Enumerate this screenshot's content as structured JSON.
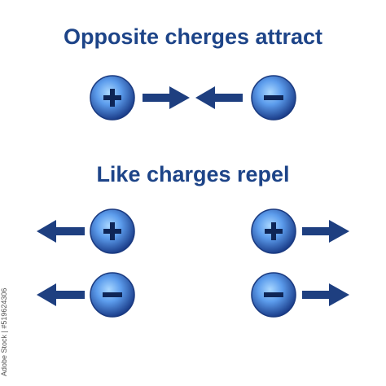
{
  "titles": {
    "attract": "Opposite cherges attract",
    "repel": "Like charges repel"
  },
  "watermark": "Adobe Stock | #519624306",
  "colors": {
    "title": "#1d4488",
    "arrow": "#1e3f80",
    "charge_dark": "#1b3d86",
    "charge_mid": "#3b78d6",
    "charge_light": "#8cc4ff",
    "sign": "#0e2556"
  },
  "charges": [
    {
      "id": "attract-positive",
      "sign": "+",
      "arrow": "right"
    },
    {
      "id": "attract-negative",
      "sign": "−",
      "arrow": "left"
    },
    {
      "id": "repel-positive-left",
      "sign": "+",
      "arrow": "left"
    },
    {
      "id": "repel-negative-left",
      "sign": "−",
      "arrow": "left"
    },
    {
      "id": "repel-positive-right",
      "sign": "+",
      "arrow": "right"
    },
    {
      "id": "repel-negative-right",
      "sign": "−",
      "arrow": "right"
    }
  ]
}
